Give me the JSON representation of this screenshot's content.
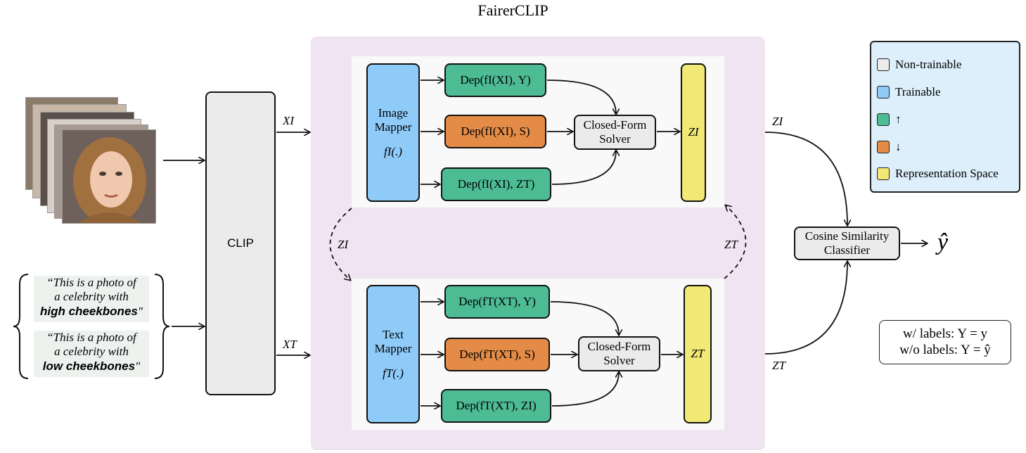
{
  "title": "FairerCLIP",
  "clip_label": "CLIP",
  "image_mapper": {
    "line1": "Image",
    "line2": "Mapper",
    "func": "fI(.)"
  },
  "text_mapper": {
    "line1": "Text",
    "line2": "Mapper",
    "func": "fT(.)"
  },
  "image_branch": {
    "dep_y": "Dep(fI(XI), Y)",
    "dep_s": "Dep(fI(XI), S)",
    "dep_z": "Dep(fI(XI), ZT)",
    "solver_line1": "Closed-Form",
    "solver_line2": "Solver",
    "output": "ZI"
  },
  "text_branch": {
    "dep_y": "Dep(fT(XT), Y)",
    "dep_s": "Dep(fT(XT), S)",
    "dep_z": "Dep(fT(XT), ZI)",
    "solver_line1": "Closed-Form",
    "solver_line2": "Solver",
    "output": "ZT"
  },
  "arrow_labels": {
    "x_i": "XI",
    "x_t": "XT",
    "z_i_out": "ZI",
    "z_t_out": "ZT",
    "z_i_loop": "ZI",
    "z_t_loop": "ZT"
  },
  "classifier": {
    "line1": "Cosine Similarity",
    "line2": "Classifier",
    "output": "ŷ"
  },
  "legend": [
    {
      "label": "Non-trainable",
      "color": "#ebebeb"
    },
    {
      "label": "Trainable",
      "color": "#8fcbf8"
    },
    {
      "label": "↑",
      "color": "#4dbc95"
    },
    {
      "label": "↓",
      "color": "#e38b47"
    },
    {
      "label": "Representation Space",
      "color": "#f1e876"
    }
  ],
  "labels_box": {
    "line1": "w/ labels: Y = y",
    "line2": "w/o labels: Y = ŷ"
  },
  "captions": {
    "high": {
      "part1": "“This is a photo of",
      "part2": "a celebrity with",
      "bold": "high cheekbones",
      "end": "\""
    },
    "low": {
      "part1": "“This is a photo of",
      "part2": "a celebrity with",
      "bold": "low cheekbones",
      "end": "\""
    }
  }
}
